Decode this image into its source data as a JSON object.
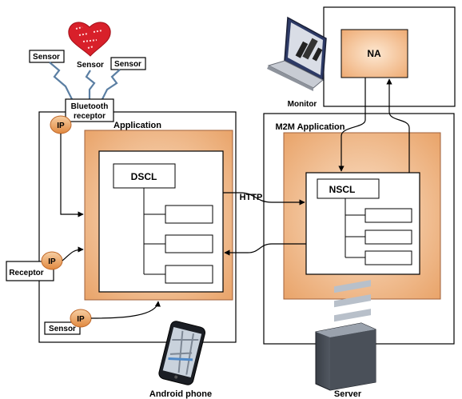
{
  "sensors": {
    "left": "Sensor",
    "heart": "Sensor",
    "right": "Sensor",
    "bottom": "Sensor"
  },
  "bluetooth_receptor": [
    "Bluetooth",
    "receptor"
  ],
  "receptor": "Receptor",
  "ip_labels": [
    "IP",
    "IP",
    "IP"
  ],
  "application": {
    "title": "Application",
    "dscl": "DSCL"
  },
  "m2m_application": {
    "title": "M2M Application",
    "nscl": "NSCL"
  },
  "http": "HTTP",
  "na": "NA",
  "monitor": "Monitor",
  "android_phone": "Android phone",
  "server": "Server",
  "colors": {
    "orange_fill": "#f2c49b",
    "orange_light": "#fbe3cc",
    "ip_fill": "#f0b27a",
    "ip_stroke": "#c0692a",
    "cable": "#5b7fa3",
    "heart": "#d8202a"
  }
}
